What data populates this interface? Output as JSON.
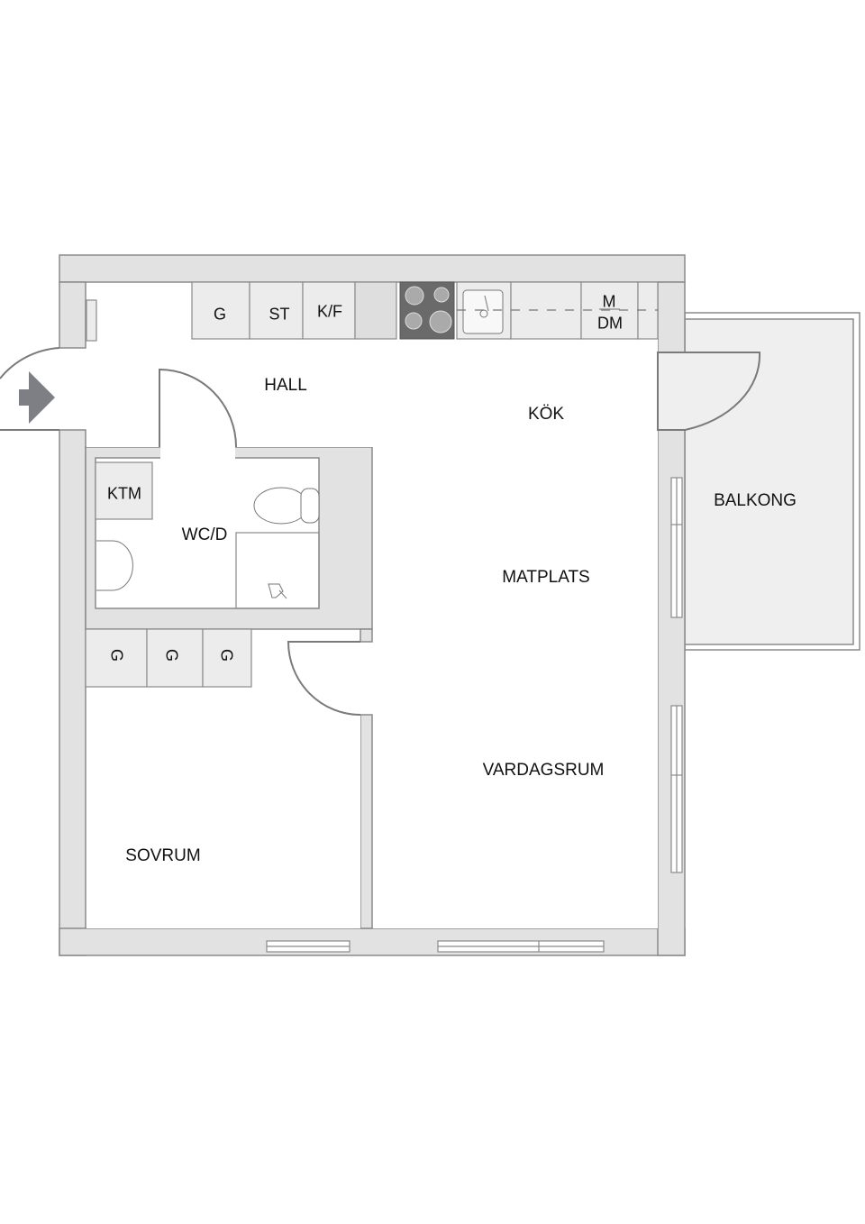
{
  "rooms": {
    "hall": "HALL",
    "kok": "KÖK",
    "wcd": "WC/D",
    "matplats": "MATPLATS",
    "vardagsrum": "VARDAGSRUM",
    "sovrum": "SOVRUM",
    "balkong": "BALKONG"
  },
  "fixtures": {
    "ktm": "KTM",
    "kitchen_g": "G",
    "st": "ST",
    "kf": "K/F",
    "m": "M",
    "dm": "DM",
    "wardrobes": [
      "G",
      "G",
      "G"
    ]
  },
  "colors": {
    "wall": "#e2e2e2",
    "outline": "#8a8a8a",
    "stove": "#6a6a6a",
    "balcony": "#efefef"
  }
}
